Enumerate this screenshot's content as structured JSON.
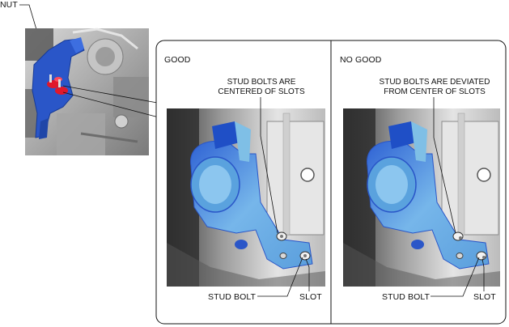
{
  "nut_label": "NUT",
  "panels": [
    {
      "status": "GOOD",
      "caption_line1": "STUD BOLTS ARE",
      "caption_line2": "CENTERED OF SLOTS",
      "stud_bolt_label": "STUD BOLT",
      "slot_label": "SLOT"
    },
    {
      "status": "NO GOOD",
      "caption_line1": "STUD BOLTS ARE DEVIATED",
      "caption_line2": "FROM CENTER OF SLOTS",
      "stud_bolt_label": "STUD BOLT",
      "slot_label": "SLOT"
    }
  ],
  "colors": {
    "bracket_dark": "#2a56c8",
    "bracket_light": "#7fbfe6",
    "nut_red": "#e0182b",
    "engine_gray": "#b9b9b9"
  }
}
